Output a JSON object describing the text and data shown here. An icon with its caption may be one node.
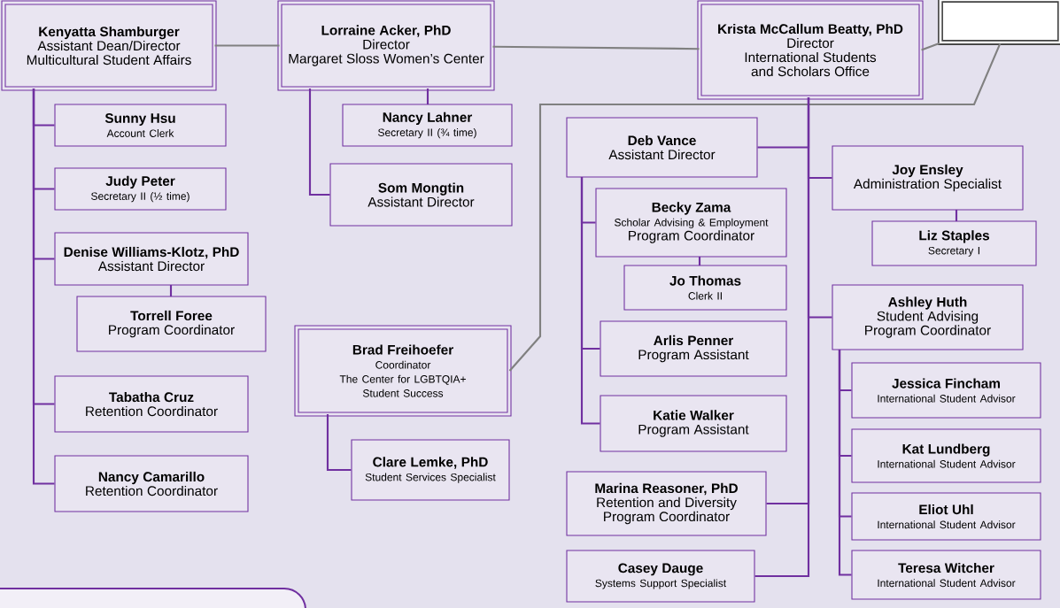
{
  "diagram": {
    "nodes": [
      {
        "text": [
          "Kenyatta Shamburger",
          "Assistant Dean/Director",
          "Multicultural Student Affairs"
        ]
      },
      {
        "text": [
          "Lorraine Acker, PhD",
          "Director",
          "Margaret Sloss Women’s Center"
        ]
      },
      {
        "text": [],
        "shape": "box"
      },
      {
        "text": [
          "Krista McCallum Beatty, PhD",
          "Director",
          "International Students and Scholars Office"
        ]
      },
      {
        "text": [
          "Sunny Hsu",
          "Account Clerk"
        ]
      },
      {
        "text": [
          "Judy Peter",
          "Secretary II (½ time)"
        ]
      },
      {
        "text": [
          "Denise Williams-Klotz, PhD",
          "Assistant Director"
        ]
      },
      {
        "text": [
          "Torrell Foree",
          "Program Coordinator"
        ]
      },
      {
        "text": [
          "Tabatha Cruz",
          "Retention Coordinator"
        ]
      },
      {
        "text": [
          "Nancy Camarillo",
          "Retention Coordinator"
        ]
      },
      {
        "text": [
          "Nancy Lahner",
          "Secretary II (¾ time)"
        ]
      },
      {
        "text": [
          "Som Mongtin",
          "Assistant Director"
        ]
      },
      {
        "text": [
          "Brad Freihoefer",
          "Coordinator",
          "The Center for LGBTQIA+ Student Success"
        ]
      },
      {
        "text": [
          "Clare Lemke, PhD",
          "Student Services Specialist"
        ]
      },
      {
        "text": [
          "Deb Vance",
          "Assistant Director"
        ]
      },
      {
        "text": [
          "Becky Zama",
          "Scholar Advising & Employment",
          "Program Coordinator"
        ]
      },
      {
        "text": [
          "Jo Thomas",
          "Clerk II"
        ]
      },
      {
        "text": [
          "Arlis Penner",
          "Program Assistant"
        ]
      },
      {
        "text": [
          "Katie Walker",
          "Program Assistant"
        ]
      },
      {
        "text": [
          "Marina Reasoner, PhD",
          "Retention and Diversity",
          "Program Coordinator"
        ]
      },
      {
        "text": [
          "Casey Dauge",
          "Systems Support Specialist"
        ]
      },
      {
        "text": [
          "Joy Ensley",
          "Administration Specialist"
        ]
      },
      {
        "text": [
          "Liz Staples",
          "Secretary I"
        ]
      },
      {
        "text": [
          "Ashley Huth",
          "Student Advising",
          "Program Coordinator"
        ]
      },
      {
        "text": [
          "Jessica Fincham",
          "International Student Advisor"
        ]
      },
      {
        "text": [
          "Kat Lundberg",
          "International Student Advisor"
        ]
      },
      {
        "text": [
          "Eliot Uhl",
          "International Student Advisor"
        ]
      },
      {
        "text": [
          "Teresa Witcher",
          "International Student Advisor"
        ]
      },
      {
        "text": [],
        "shape": "box"
      }
    ],
    "edges": [
      {
        "from": 0,
        "to": 1,
        "arrow": "none",
        "color": "#808080"
      },
      {
        "from": 1,
        "to": 3,
        "arrow": "none",
        "color": "#808080"
      },
      {
        "from": 3,
        "to": 2,
        "arrow": "none",
        "color": "#808080"
      },
      {
        "from": 12,
        "to": 2,
        "arrow": "none",
        "color": "#808080"
      },
      {
        "from": 0,
        "to": 4,
        "arrow": "none"
      },
      {
        "from": 0,
        "to": 5,
        "arrow": "none"
      },
      {
        "from": 0,
        "to": 6,
        "arrow": "none"
      },
      {
        "from": 6,
        "to": 7,
        "arrow": "none"
      },
      {
        "from": 0,
        "to": 8,
        "arrow": "none"
      },
      {
        "from": 0,
        "to": 9,
        "arrow": "none"
      },
      {
        "from": 1,
        "to": 10,
        "arrow": "none"
      },
      {
        "from": 1,
        "to": 11,
        "arrow": "none"
      },
      {
        "from": 12,
        "to": 13,
        "arrow": "none"
      },
      {
        "from": 3,
        "to": 14,
        "arrow": "none"
      },
      {
        "from": 14,
        "to": 15,
        "arrow": "none"
      },
      {
        "from": 15,
        "to": 16,
        "arrow": "none"
      },
      {
        "from": 14,
        "to": 17,
        "arrow": "none"
      },
      {
        "from": 14,
        "to": 18,
        "arrow": "none"
      },
      {
        "from": 3,
        "to": 19,
        "arrow": "none"
      },
      {
        "from": 3,
        "to": 20,
        "arrow": "none"
      },
      {
        "from": 3,
        "to": 21,
        "arrow": "none"
      },
      {
        "from": 21,
        "to": 22,
        "arrow": "none"
      },
      {
        "from": 3,
        "to": 23,
        "arrow": "none"
      },
      {
        "from": 23,
        "to": 24,
        "arrow": "none"
      },
      {
        "from": 23,
        "to": 25,
        "arrow": "none"
      },
      {
        "from": 23,
        "to": 26,
        "arrow": "none"
      },
      {
        "from": 23,
        "to": 27,
        "arrow": "none"
      }
    ]
  }
}
